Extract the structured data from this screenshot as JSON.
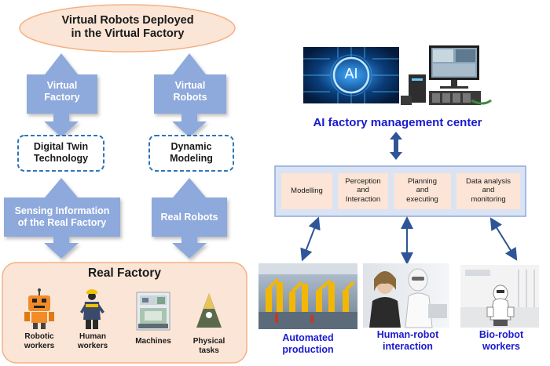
{
  "top_oval": {
    "line1": "Virtual Robots Deployed",
    "line2": "in the Virtual Factory"
  },
  "virtual_factory": {
    "line1": "Virtual",
    "line2": "Factory"
  },
  "virtual_robots": {
    "line1": "Virtual",
    "line2": "Robots"
  },
  "digital_twin": {
    "line1": "Digital Twin",
    "line2": "Technology"
  },
  "dynamic_modeling": {
    "line1": "Dynamic",
    "line2": "Modeling"
  },
  "sensing": {
    "line1": "Sensing Information",
    "line2": "of the Real Factory"
  },
  "real_robots": {
    "label": "Real Robots"
  },
  "real_factory": {
    "title": "Real Factory",
    "items": [
      {
        "line1": "Robotic",
        "line2": "workers"
      },
      {
        "line1": "Human",
        "line2": "workers"
      },
      {
        "line1": "Machines",
        "line2": ""
      },
      {
        "line1": "Physical",
        "line2": "tasks"
      }
    ]
  },
  "ai_center": {
    "title": "AI factory management center",
    "ai_logo_text": "AI",
    "modules": [
      {
        "line1": "Modelling",
        "line2": "",
        "line3": ""
      },
      {
        "line1": "Perception",
        "line2": "and",
        "line3": "Interaction"
      },
      {
        "line1": "Planning",
        "line2": "and",
        "line3": "executing"
      },
      {
        "line1": "Data analysis",
        "line2": "and",
        "line3": "monitoring"
      }
    ]
  },
  "bottom_labels": [
    {
      "line1": "Automated",
      "line2": "production"
    },
    {
      "line1": "Human-robot",
      "line2": "interaction"
    },
    {
      "line1": "Bio-robot",
      "line2": "workers"
    }
  ],
  "colors": {
    "arrow_blue": "#8ea9db",
    "oval_fill": "#fbe5d6",
    "oval_stroke": "#f4b183",
    "dashed": "#2e75b6",
    "panel": "#dae3f3",
    "module": "#fce4d6",
    "title_blue": "#1a1ad0"
  }
}
